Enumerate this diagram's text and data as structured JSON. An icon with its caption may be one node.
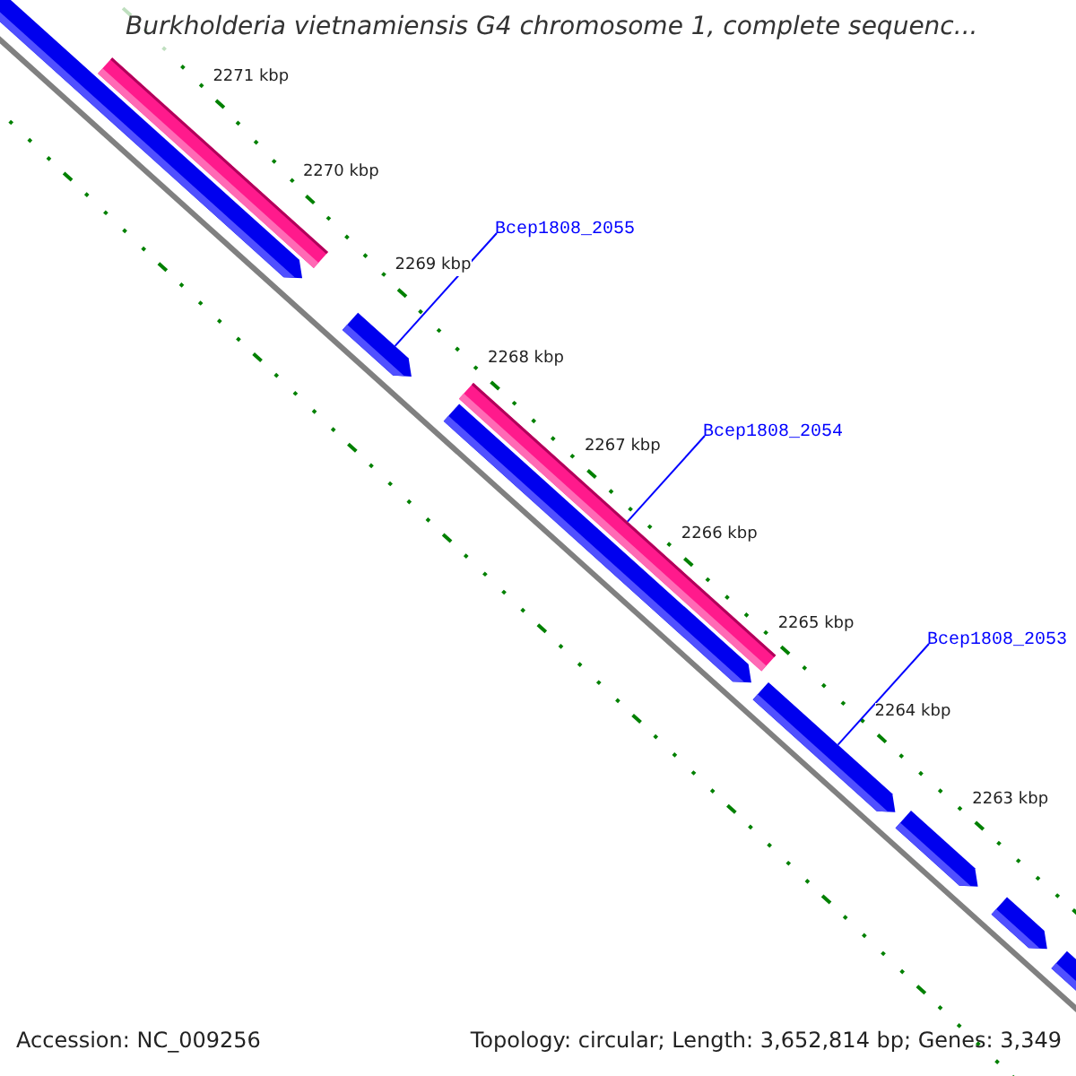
{
  "diagram": {
    "title": "Burkholderia vietnamiensis G4 chromosome 1, complete sequenc...",
    "nodes": [
      {
        "text": [],
        "shape": "bar"
      },
      {
        "text": [],
        "shape": "arrow"
      },
      {
        "text": [
          "Bcep1808_2055"
        ]
      },
      {
        "text": [],
        "shape": "arrow"
      },
      {
        "text": [],
        "shape": "bar"
      },
      {
        "text": [],
        "shape": "arrow"
      },
      {
        "text": [
          "Bcep1808_2054"
        ]
      },
      {
        "text": [],
        "shape": "arrow"
      },
      {
        "text": [
          "Bcep1808_2053"
        ]
      },
      {
        "text": [],
        "shape": "arrow"
      },
      {
        "text": [],
        "shape": "arrow"
      },
      {
        "text": [],
        "shape": "arrow"
      }
    ],
    "edges": [
      {
        "from": 2,
        "to": 3,
        "arrow": "none"
      },
      {
        "from": 6,
        "to": 4,
        "arrow": "none"
      },
      {
        "from": 8,
        "to": 7,
        "arrow": "none"
      }
    ],
    "labels": [
      "2271 kbp",
      "2270 kbp",
      "2269 kbp",
      "2268 kbp",
      "2267 kbp",
      "2266 kbp",
      "2265 kbp",
      "2264 kbp",
      "2263 kbp",
      "Accession: NC_009256",
      "Topology: circular; Length: 3,652,814 bp; Genes: 3,349"
    ]
  }
}
